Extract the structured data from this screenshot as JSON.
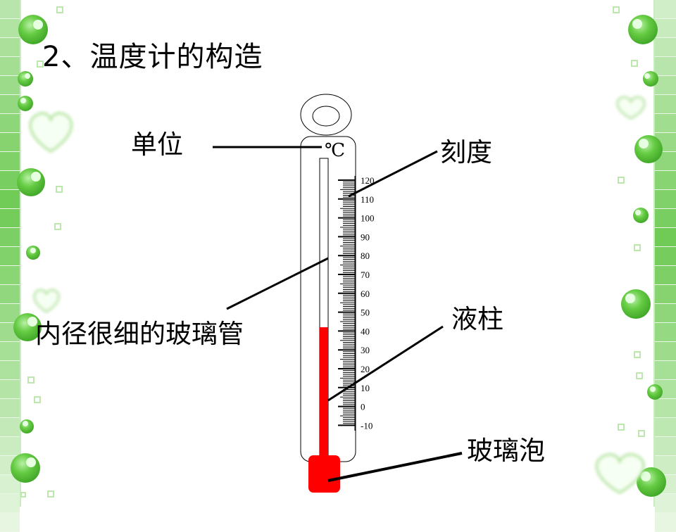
{
  "slide": {
    "title": "2、温度计的构造"
  },
  "labels": {
    "unit": "单位",
    "scale": "刻度",
    "capillary": "内径很细的玻璃管",
    "liquid_column": "液柱",
    "bulb": "玻璃泡"
  },
  "thermometer": {
    "unit_symbol": "℃",
    "scale_values": [
      "120",
      "110",
      "100",
      "90",
      "80",
      "70",
      "60",
      "50",
      "40",
      "30",
      "20",
      "10",
      "0",
      "-10"
    ],
    "liquid_level": 42,
    "liquid_color": "#ff0000"
  },
  "theme": {
    "accent_green": "#5cc33c",
    "strip_light": "#e6f6e1",
    "strip_dark": "#6fcb55"
  }
}
